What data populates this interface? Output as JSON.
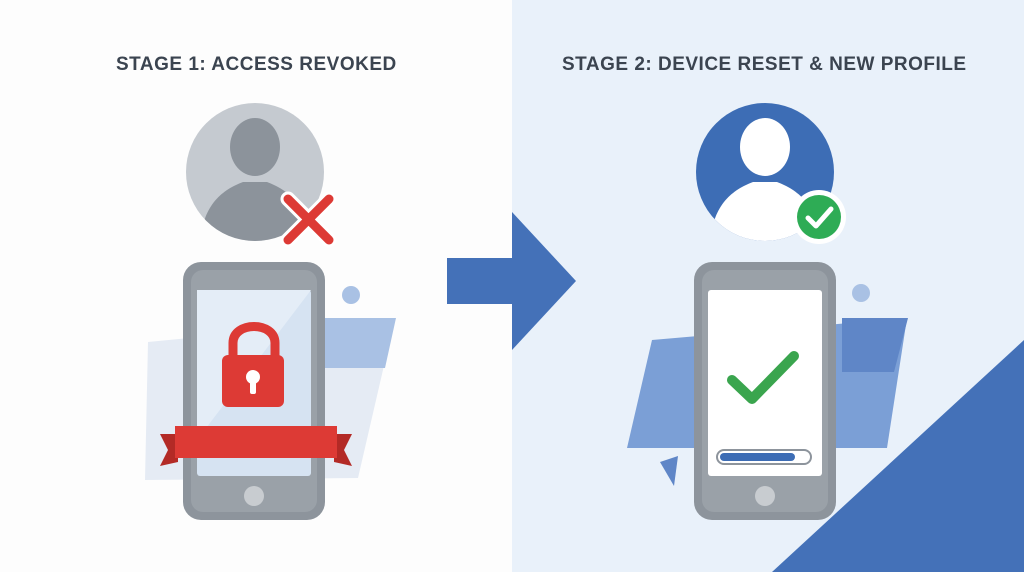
{
  "stages": [
    {
      "title": "STAGE 1: ACCESS REVOKED",
      "avatar_icon": "user-silhouette-icon",
      "avatar_badge_icon": "red-x-icon",
      "device_icon": "padlock-icon",
      "device_overlay": "red-ribbon-banner",
      "avatar_color": "#c5cad0",
      "badge_color": "#dd3a35"
    },
    {
      "title": "STAGE 2: DEVICE RESET & NEW PROFILE",
      "avatar_icon": "user-silhouette-icon",
      "avatar_badge_icon": "green-check-icon",
      "device_icon": "green-check-icon",
      "device_progress_fill": 0.85,
      "avatar_color": "#3d6db5",
      "badge_color": "#2eac55"
    }
  ],
  "transition_icon": "arrow-right-icon",
  "colors": {
    "accent_blue": "#4471b8",
    "light_blue": "#a9c1e4",
    "phone_frame": "#8d949c",
    "danger_red": "#dd3a35",
    "success_green": "#3aa54e"
  }
}
